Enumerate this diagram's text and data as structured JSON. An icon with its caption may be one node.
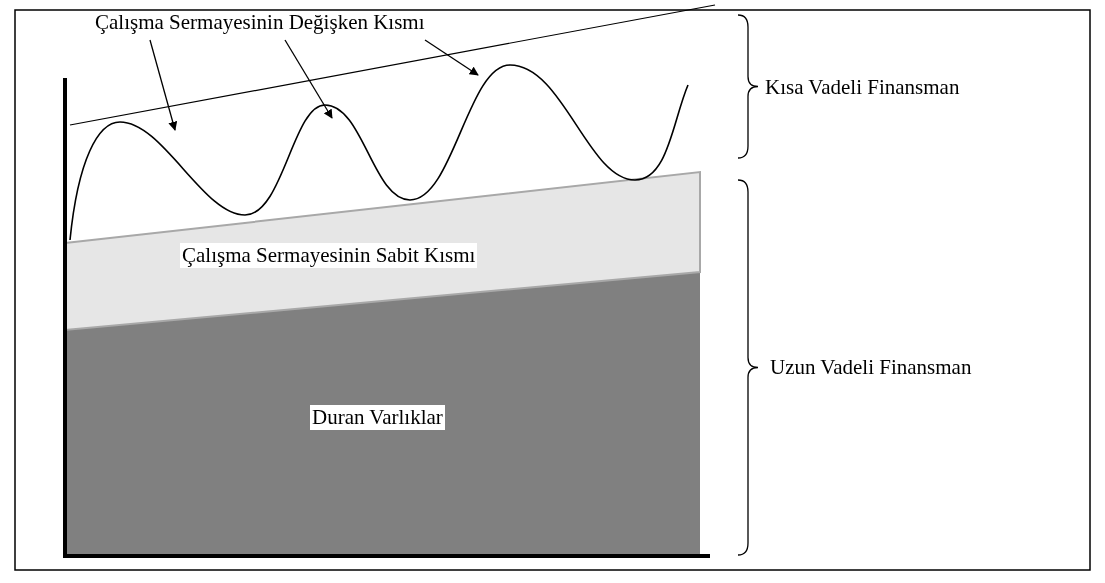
{
  "diagram": {
    "nodes": [
      {
        "text": [
          "Çalışma Sermayesinin Değişken Kısmı"
        ]
      },
      {
        "text": [],
        "shape": "wave"
      },
      {
        "text": [
          "Çalışma Sermayesinin Sabit Kısmı"
        ]
      },
      {
        "text": [
          "Duran Varlıklar"
        ]
      }
    ],
    "edges": [
      {
        "from": 0,
        "to": 1,
        "arrow": "to"
      },
      {
        "from": 0,
        "to": 1,
        "arrow": "to"
      },
      {
        "from": 0,
        "to": 1,
        "arrow": "to"
      }
    ],
    "labels": [
      "Kısa Vadeli Finansman",
      "Uzun Vadeli Finansman"
    ]
  }
}
